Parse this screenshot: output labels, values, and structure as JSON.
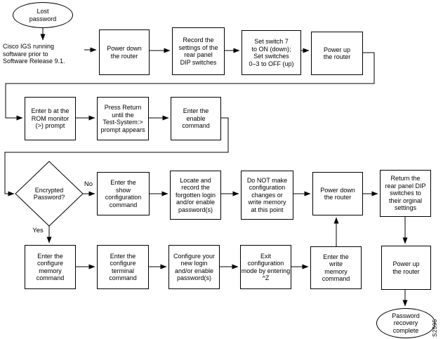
{
  "figure": {
    "kind": "flowchart",
    "subject": "Cisco IGS password recovery procedure",
    "stamp": "S2595",
    "colors": {
      "line": "#000000",
      "background": "#ffffff",
      "text": "#000000"
    }
  },
  "nodes": {
    "lost_password": {
      "type": "terminator",
      "label": "Lost\npassword"
    },
    "cisco_igs_note": {
      "type": "text",
      "label": "Cisco IGS running\nsoftware prior to\nSoftware Release 9.1."
    },
    "power_down_1": {
      "type": "process",
      "label": "Power down\nthe router"
    },
    "record_dip": {
      "type": "process",
      "label": "Record the\nsettings of the\nrear panel\nDIP switches"
    },
    "set_switch7": {
      "type": "process",
      "label": "Set switch 7\nto ON (down);\nSet switches\n0–3 to OFF (up)"
    },
    "power_up_1": {
      "type": "process",
      "label": "Power up\nthe router"
    },
    "enter_b": {
      "type": "process",
      "label": "Enter b at the\nROM monitor\n(>) prompt"
    },
    "press_return": {
      "type": "process",
      "label": "Press Return\nuntil the\nTest-System:>\nprompt appears"
    },
    "enter_enable": {
      "type": "process",
      "label": "Enter the\nenable\ncommand"
    },
    "encrypted_password": {
      "type": "decision",
      "label": "Encrypted\nPassword?"
    },
    "show_configuration": {
      "type": "process",
      "label": "Enter the\nshow\nconfiguration\ncommand"
    },
    "locate_record": {
      "type": "process",
      "label": "Locate and\nrecord the\nforgotten login\nand/or enable\npassword(s)"
    },
    "do_not_make": {
      "type": "process",
      "label": "Do NOT make\nconfiguration\nchanges or\nwrite memory\nat this point"
    },
    "power_down_2": {
      "type": "process",
      "label": "Power down\nthe router"
    },
    "return_dip": {
      "type": "process",
      "label": "Return the\nrear panel DIP\nswitches to\ntheir orginal\nsettings"
    },
    "configure_memory": {
      "type": "process",
      "label": "Enter the\nconfigure\nmemory\ncommand"
    },
    "configure_terminal": {
      "type": "process",
      "label": "Enter the\nconfigure\nterminal\ncommand"
    },
    "configure_new_login": {
      "type": "process",
      "label": "Configure your\nnew login\nand/or enable\npassword(s)"
    },
    "exit_config": {
      "type": "process",
      "label": "Exit\nconfiguration\nmode by entering\n^Z"
    },
    "write_memory": {
      "type": "process",
      "label": "Enter the\nwrite\nmemory\ncommand"
    },
    "power_up_2": {
      "type": "process",
      "label": "Power up\nthe router"
    },
    "recovery_complete": {
      "type": "terminator",
      "label": "Password\nrecovery\ncomplete"
    }
  },
  "edge_labels": {
    "no": "No",
    "yes": "Yes"
  },
  "edges": [
    {
      "from": "lost_password",
      "to": "cisco_igs_note"
    },
    {
      "from": "cisco_igs_note",
      "to": "power_down_1"
    },
    {
      "from": "power_down_1",
      "to": "record_dip"
    },
    {
      "from": "record_dip",
      "to": "set_switch7"
    },
    {
      "from": "set_switch7",
      "to": "power_up_1"
    },
    {
      "from": "power_up_1",
      "to": "enter_b"
    },
    {
      "from": "enter_b",
      "to": "press_return"
    },
    {
      "from": "press_return",
      "to": "enter_enable"
    },
    {
      "from": "enter_enable",
      "to": "encrypted_password"
    },
    {
      "from": "encrypted_password",
      "to": "show_configuration",
      "label": "No"
    },
    {
      "from": "encrypted_password",
      "to": "configure_memory",
      "label": "Yes"
    },
    {
      "from": "show_configuration",
      "to": "locate_record"
    },
    {
      "from": "locate_record",
      "to": "do_not_make"
    },
    {
      "from": "do_not_make",
      "to": "power_down_2"
    },
    {
      "from": "power_down_2",
      "to": "return_dip"
    },
    {
      "from": "return_dip",
      "to": "power_up_2"
    },
    {
      "from": "configure_memory",
      "to": "configure_terminal"
    },
    {
      "from": "configure_terminal",
      "to": "configure_new_login"
    },
    {
      "from": "configure_new_login",
      "to": "exit_config"
    },
    {
      "from": "exit_config",
      "to": "write_memory"
    },
    {
      "from": "write_memory",
      "to": "power_down_2"
    },
    {
      "from": "power_up_2",
      "to": "recovery_complete"
    }
  ]
}
